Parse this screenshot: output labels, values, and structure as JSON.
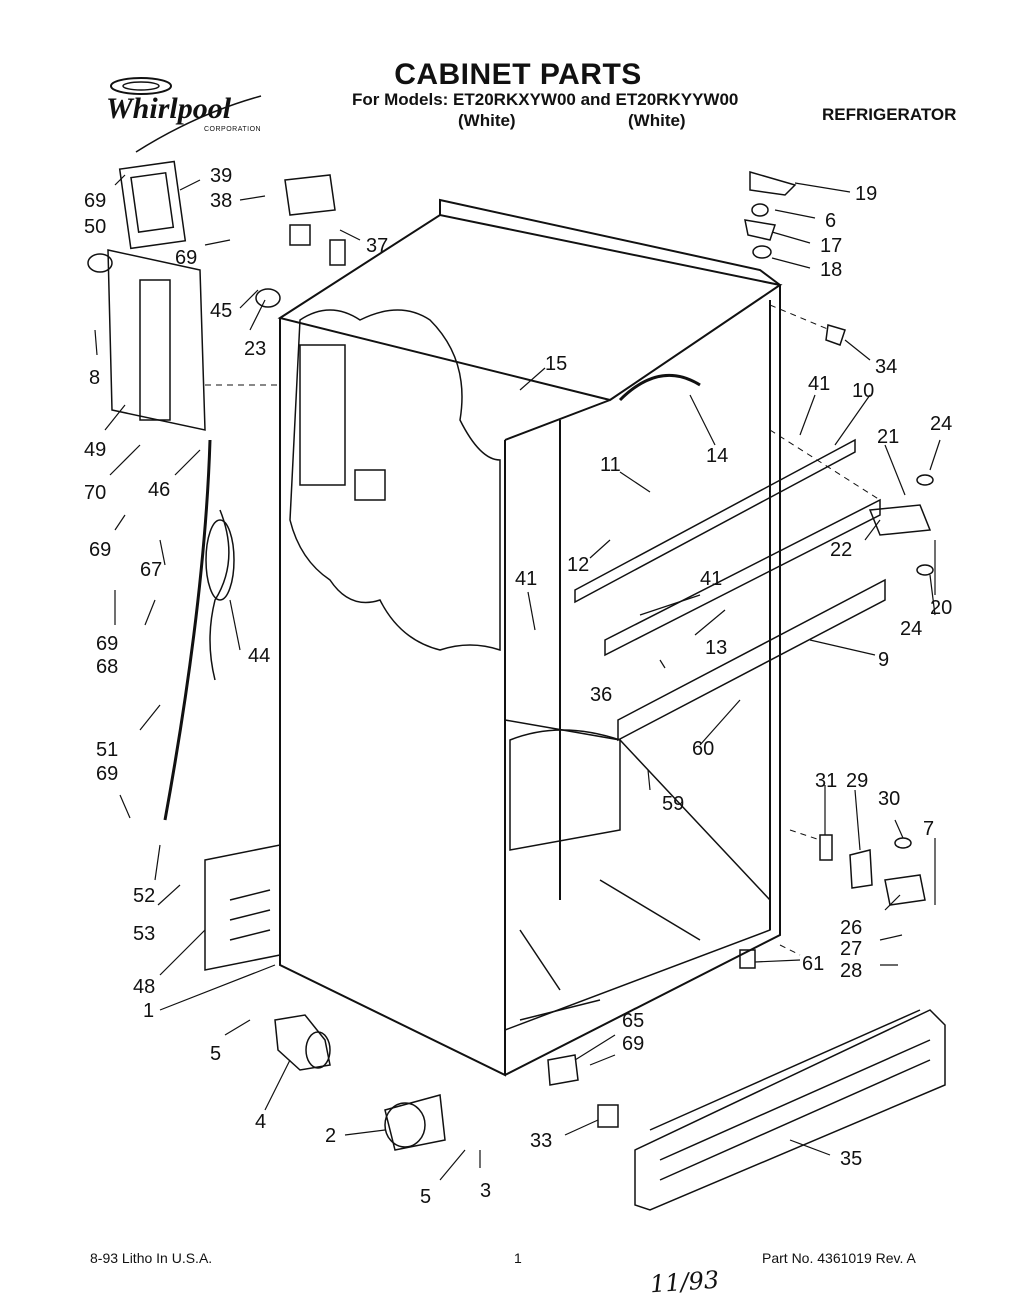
{
  "header": {
    "title": "CABINET PARTS",
    "models_line": "For Models: ET20RKXYW00 and ET20RKYYW00",
    "color_1": "(White)",
    "color_2": "(White)",
    "appliance": "REFRIGERATOR"
  },
  "logo": {
    "brand": "Whirlpool",
    "sub": "CORPORATION"
  },
  "footer": {
    "litho": "8-93 Litho In U.S.A.",
    "page": "1",
    "part_no": "Part No. 4361019 Rev. A",
    "handwritten": "11/93"
  },
  "callouts": [
    {
      "id": "c-69a",
      "label": "69"
    },
    {
      "id": "c-39",
      "label": "39"
    },
    {
      "id": "c-38",
      "label": "38"
    },
    {
      "id": "c-50",
      "label": "50"
    },
    {
      "id": "c-37",
      "label": "37"
    },
    {
      "id": "c-69b",
      "label": "69"
    },
    {
      "id": "c-45",
      "label": "45"
    },
    {
      "id": "c-23",
      "label": "23"
    },
    {
      "id": "c-8",
      "label": "8"
    },
    {
      "id": "c-49",
      "label": "49"
    },
    {
      "id": "c-70",
      "label": "70"
    },
    {
      "id": "c-46",
      "label": "46"
    },
    {
      "id": "c-69c",
      "label": "69"
    },
    {
      "id": "c-67",
      "label": "67"
    },
    {
      "id": "c-69d",
      "label": "69"
    },
    {
      "id": "c-68",
      "label": "68"
    },
    {
      "id": "c-44",
      "label": "44"
    },
    {
      "id": "c-51",
      "label": "51"
    },
    {
      "id": "c-69e",
      "label": "69"
    },
    {
      "id": "c-52",
      "label": "52"
    },
    {
      "id": "c-53",
      "label": "53"
    },
    {
      "id": "c-48",
      "label": "48"
    },
    {
      "id": "c-1",
      "label": "1"
    },
    {
      "id": "c-5a",
      "label": "5"
    },
    {
      "id": "c-4",
      "label": "4"
    },
    {
      "id": "c-2",
      "label": "2"
    },
    {
      "id": "c-5b",
      "label": "5"
    },
    {
      "id": "c-3",
      "label": "3"
    },
    {
      "id": "c-15",
      "label": "15"
    },
    {
      "id": "c-14",
      "label": "14"
    },
    {
      "id": "c-11",
      "label": "11"
    },
    {
      "id": "c-12",
      "label": "12"
    },
    {
      "id": "c-41a",
      "label": "41"
    },
    {
      "id": "c-41b",
      "label": "41"
    },
    {
      "id": "c-13",
      "label": "13"
    },
    {
      "id": "c-36",
      "label": "36"
    },
    {
      "id": "c-60",
      "label": "60"
    },
    {
      "id": "c-59",
      "label": "59"
    },
    {
      "id": "c-19",
      "label": "19"
    },
    {
      "id": "c-6",
      "label": "6"
    },
    {
      "id": "c-17",
      "label": "17"
    },
    {
      "id": "c-18",
      "label": "18"
    },
    {
      "id": "c-34",
      "label": "34"
    },
    {
      "id": "c-41c",
      "label": "41"
    },
    {
      "id": "c-10",
      "label": "10"
    },
    {
      "id": "c-21",
      "label": "21"
    },
    {
      "id": "c-24a",
      "label": "24"
    },
    {
      "id": "c-22",
      "label": "22"
    },
    {
      "id": "c-20",
      "label": "20"
    },
    {
      "id": "c-24b",
      "label": "24"
    },
    {
      "id": "c-9",
      "label": "9"
    },
    {
      "id": "c-31",
      "label": "31"
    },
    {
      "id": "c-29",
      "label": "29"
    },
    {
      "id": "c-30",
      "label": "30"
    },
    {
      "id": "c-7",
      "label": "7"
    },
    {
      "id": "c-26",
      "label": "26"
    },
    {
      "id": "c-27",
      "label": "27"
    },
    {
      "id": "c-28",
      "label": "28"
    },
    {
      "id": "c-61",
      "label": "61"
    },
    {
      "id": "c-65",
      "label": "65"
    },
    {
      "id": "c-69f",
      "label": "69"
    },
    {
      "id": "c-33",
      "label": "33"
    },
    {
      "id": "c-35",
      "label": "35"
    }
  ]
}
